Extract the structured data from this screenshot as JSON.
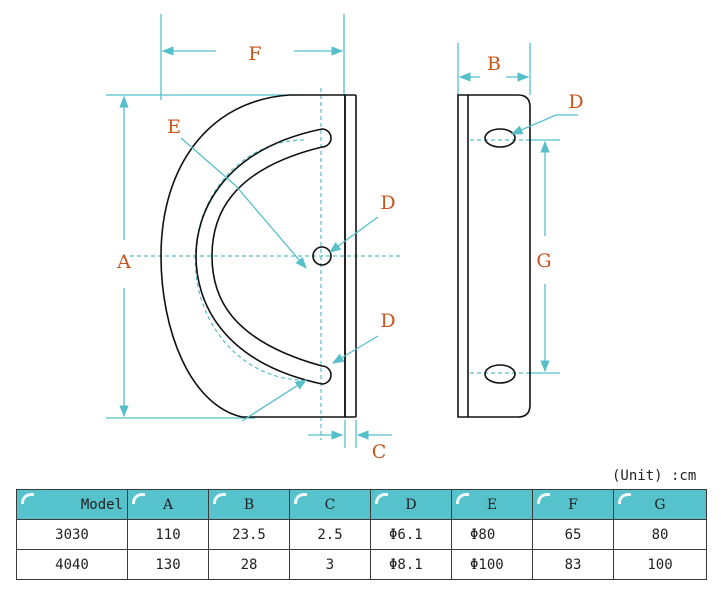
{
  "labels": {
    "F": "F",
    "E": "E",
    "D_center": "D",
    "D_lower": "D",
    "A": "A",
    "C": "C",
    "B": "B",
    "D_side": "D",
    "G": "G"
  },
  "colors": {
    "dimension": "#56bfc9",
    "label": "#c8541e",
    "outline": "#111111",
    "header": "#56c2cc"
  },
  "unit": "(Unit) :cm",
  "table": {
    "headers": [
      "Model",
      "A",
      "B",
      "C",
      "D",
      "E",
      "F",
      "G"
    ],
    "rows": [
      [
        "3030",
        "110",
        "23.5",
        "2.5",
        "Φ6.1",
        "Φ80",
        "65",
        "80"
      ],
      [
        "4040",
        "130",
        "28",
        "3",
        "Φ8.1",
        "Φ100",
        "83",
        "100"
      ]
    ]
  }
}
